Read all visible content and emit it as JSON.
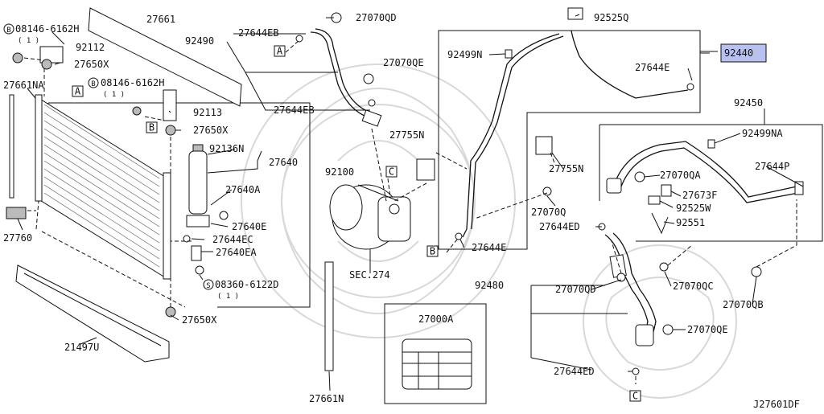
{
  "diagram_code": "J27601DF",
  "highlight_color": "#b9c2ef",
  "callout_letters": {
    "a1": "A",
    "a2": "A",
    "b1": "B",
    "b2": "B",
    "c1": "C",
    "c2": "C",
    "s1": "S",
    "b3": "B",
    "b4": "B"
  },
  "labels": {
    "p27661": "27661",
    "p08146_1": "08146-6162H",
    "qty_1a": "( 1 )",
    "p92112": "92112",
    "p27650x_1": "27650X",
    "p27661na": "27661NA",
    "p08146_2": "08146-6162H",
    "qty_1b": "( 1 )",
    "p92113": "92113",
    "p27650x_2": "27650X",
    "p92136n": "92136N",
    "p27640": "27640",
    "p92100": "92100",
    "p27640a": "27640A",
    "p27640e": "27640E",
    "p27644ec": "27644EC",
    "p27640ea": "27640EA",
    "p08360": "08360-6122D",
    "qty_1c": "( 1 )",
    "p27650x_3": "27650X",
    "p27760": "27760",
    "p21497u": "21497U",
    "p27661n": "27661N",
    "p92490": "92490",
    "p27644eb_1": "27644EB",
    "p27070qd_1": "27070QD",
    "p27070qe_1": "27070QE",
    "p27644eb_2": "27644EB",
    "p27755n_1": "27755N",
    "sec274": "SEC.274",
    "p27000a": "27000A",
    "p92525q": "92525Q",
    "p92499n": "92499N",
    "p92440": "92440",
    "p27644e_1": "27644E",
    "p27755n_2": "27755N",
    "p27070q": "27070Q",
    "p27644e_2": "27644E",
    "p92450": "92450",
    "p92499na": "92499NA",
    "p27070qa": "27070QA",
    "p27644p": "27644P",
    "p27673f": "27673F",
    "p92525w": "92525W",
    "p92551": "92551",
    "p27644ed_1": "27644ED",
    "p92480": "92480",
    "p27070qd_2": "27070QD",
    "p27070qc": "27070QC",
    "p27070qb": "27070QB",
    "p27070qe_2": "27070QE",
    "p27644ed_2": "27644ED"
  }
}
